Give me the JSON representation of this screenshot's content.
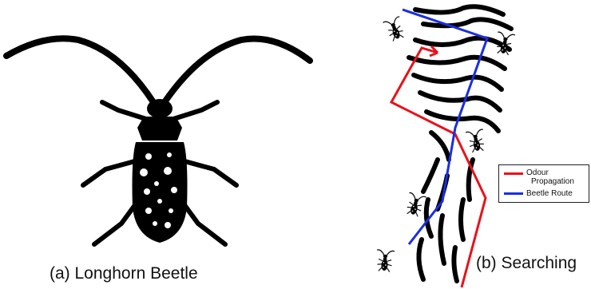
{
  "captions": {
    "a": "(a) Longhorn Beetle",
    "b": "(b) Searching"
  },
  "legend": {
    "items": [
      {
        "label_line1": "Odour",
        "label_line2": "Propagation",
        "color": "#e8121a"
      },
      {
        "label": "Beetle Route",
        "color": "#1a2ee0"
      }
    ]
  },
  "colors": {
    "silhouette": "#000000",
    "odour": "#e8121a",
    "route": "#1a2ee0",
    "background": "#ffffff"
  }
}
